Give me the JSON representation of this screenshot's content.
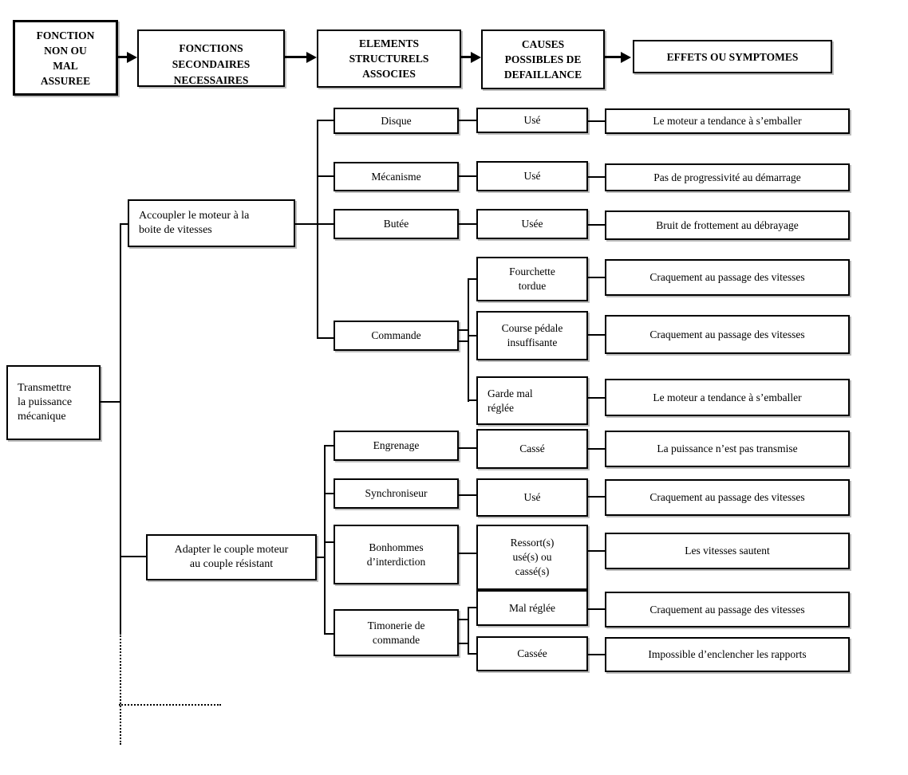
{
  "page": {
    "background": "#ffffff",
    "box_fill": "#ffffff",
    "box_border_color": "#000000",
    "line_color": "#000000",
    "shadow_color": "#bdbdbd"
  },
  "header": {
    "columns": [
      {
        "label": "FONCTION\nNON OU\nMAL\nASSUREE"
      },
      {
        "label": "FONCTIONS\nSECONDAIRES\nNECESSAIRES"
      },
      {
        "label": "ELEMENTS\nSTRUCTURELS\nASSOCIES"
      },
      {
        "label": "CAUSES\nPOSSIBLES DE\nDEFAILLANCE"
      },
      {
        "label": "EFFETS OU SYMPTOMES"
      }
    ]
  },
  "tree": {
    "root_function": {
      "label": "Transmettre\nla puissance\nmécanique"
    },
    "secondary_functions": [
      {
        "label": "Accoupler le moteur à la\nboite de vitesses",
        "elements": [
          {
            "label": "Disque",
            "causes": [
              {
                "label": "Usé",
                "effect": "Le moteur a tendance à s’emballer"
              }
            ]
          },
          {
            "label": "Mécanisme",
            "causes": [
              {
                "label": "Usé",
                "effect": "Pas de progressivité au démarrage"
              }
            ]
          },
          {
            "label": "Butée",
            "causes": [
              {
                "label": "Usée",
                "effect": "Bruit de frottement au débrayage"
              }
            ]
          },
          {
            "label": "Commande",
            "causes": [
              {
                "label": "Fourchette\ntordue",
                "effect": "Craquement au passage des vitesses"
              },
              {
                "label": "Course pédale\ninsuffisante",
                "effect": "Craquement au passage des vitesses"
              },
              {
                "label": "Garde mal\nréglée",
                "effect": "Le moteur a tendance à s’emballer"
              }
            ]
          }
        ]
      },
      {
        "label": "Adapter le couple moteur\nau couple résistant",
        "elements": [
          {
            "label": "Engrenage",
            "causes": [
              {
                "label": "Cassé",
                "effect": "La puissance n’est pas transmise"
              }
            ]
          },
          {
            "label": "Synchroniseur",
            "causes": [
              {
                "label": "Usé",
                "effect": "Craquement au passage des vitesses"
              }
            ]
          },
          {
            "label": "Bonhommes\nd’interdiction",
            "causes": [
              {
                "label": "Ressort(s)\nusé(s) ou\ncassé(s)",
                "effect": "Les vitesses sautent"
              }
            ]
          },
          {
            "label": "Timonerie de\ncommande",
            "causes": [
              {
                "label": "Mal réglée",
                "effect": "Craquement au passage des vitesses"
              },
              {
                "label": "Cassée",
                "effect": "Impossible d’enclencher les rapports"
              }
            ]
          }
        ]
      }
    ]
  }
}
